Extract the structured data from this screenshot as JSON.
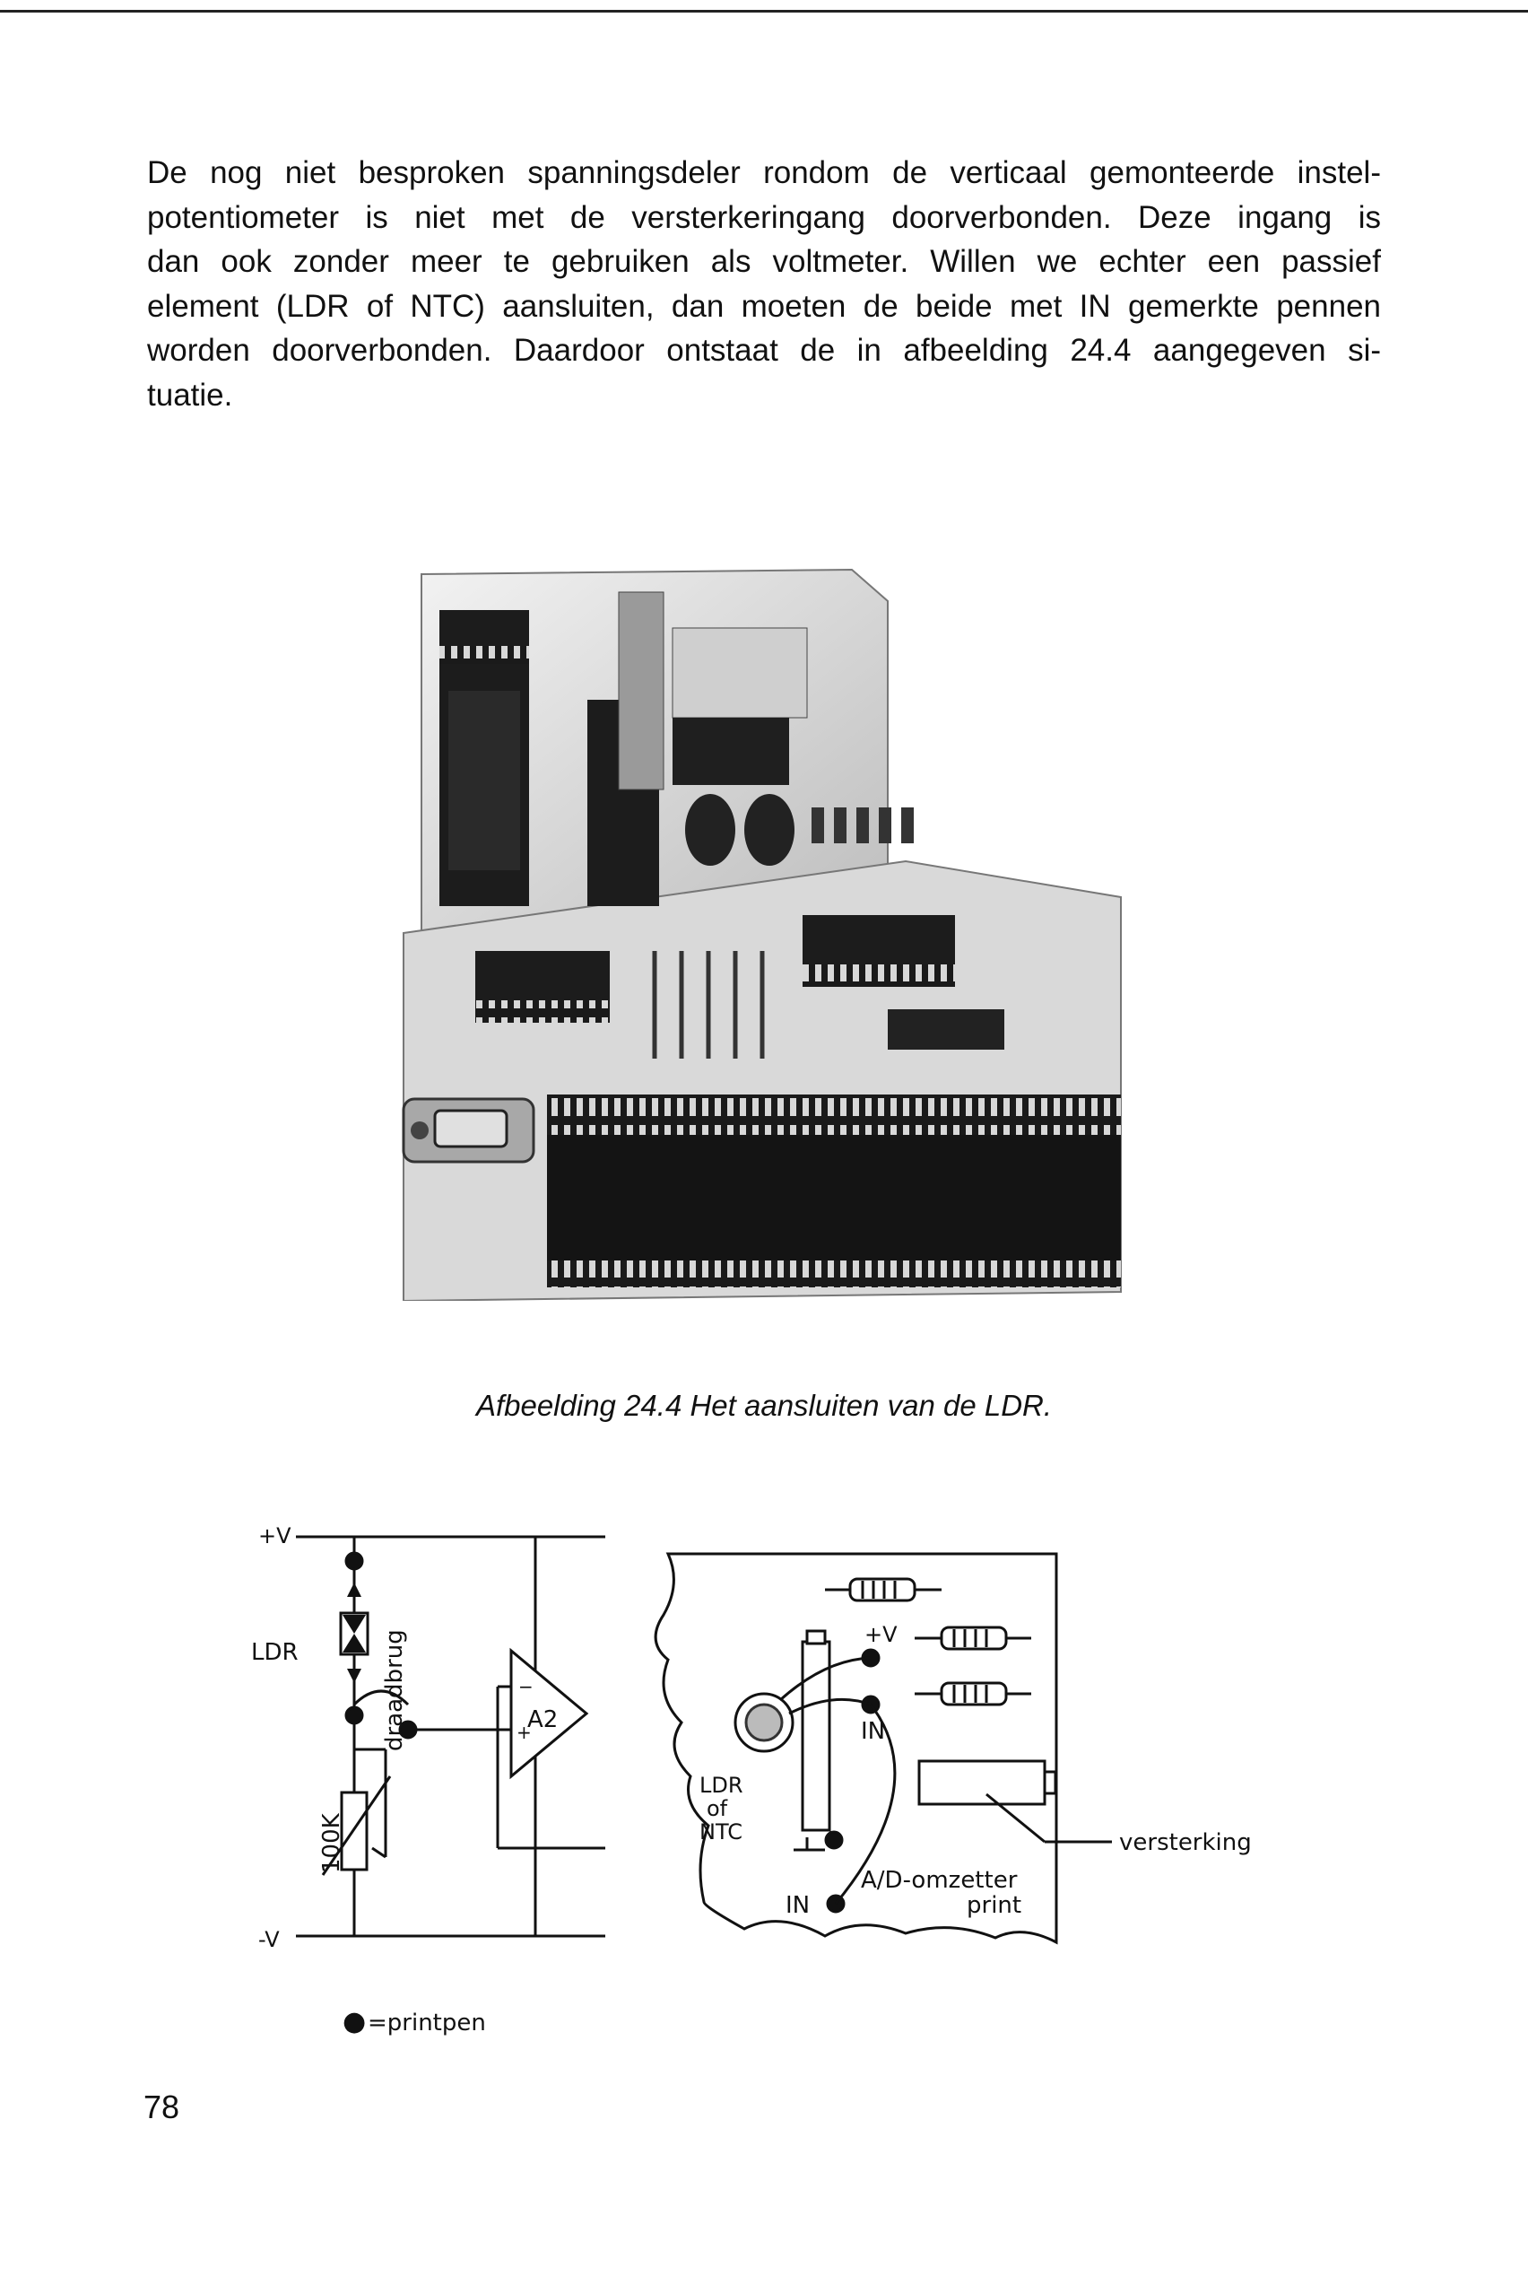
{
  "body": {
    "lines": [
      "De nog niet besproken spanningsdeler rondom de verticaal gemonteerde instel-",
      "potentiometer is niet met de versterkeringang doorverbonden. Deze ingang is",
      "dan ook zonder meer te gebruiken als voltmeter. Willen we echter een passief",
      "element (LDR of NTC) aansluiten, dan moeten de beide met IN gemerkte pennen",
      "worden doorverbonden. Daardoor ontstaat de in afbeelding 24.4 aangegeven si-",
      "tuatie."
    ]
  },
  "figure": {
    "caption": "Afbeelding 24.4 Het aansluiten van de LDR."
  },
  "schematic": {
    "plus_v": "+V",
    "minus_v": "-V",
    "ldr": "LDR",
    "bridge": "draadbrug",
    "amp": "A2",
    "amp_minus": "−",
    "amp_plus": "+",
    "pot": "100K",
    "legend_dot": "●",
    "legend": "=printpen"
  },
  "layout_drawing": {
    "plus_v": "+V",
    "in_top": "IN",
    "ldr_line1": "LDR",
    "ldr_line2": "of",
    "ldr_line3": "NTC",
    "ground": "⊥",
    "in_bottom": "IN",
    "board_line1": "A/D-omzetter",
    "board_line2": "print",
    "amp_label": "versterking"
  },
  "page": {
    "number": "78"
  }
}
